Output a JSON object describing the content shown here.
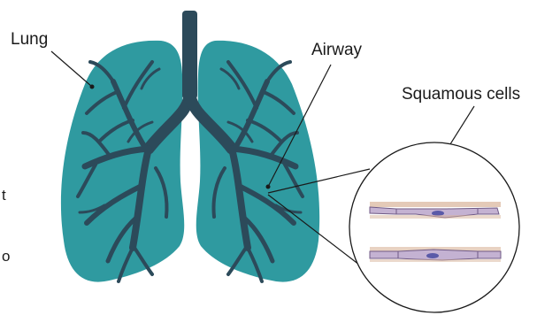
{
  "labels": {
    "lung": "Lung",
    "airway": "Airway",
    "squamous": "Squamous cells"
  },
  "edge_fragments": [
    "t",
    "o"
  ],
  "colors": {
    "lung": "#2f9aa0",
    "airway": "#2c4a5a",
    "cell_fill": "#c4b2d2",
    "cell_outline": "#6f5a86",
    "nucleus": "#5a5aa8",
    "tissue": "#d8b49a",
    "line": "#1a1a1a"
  }
}
